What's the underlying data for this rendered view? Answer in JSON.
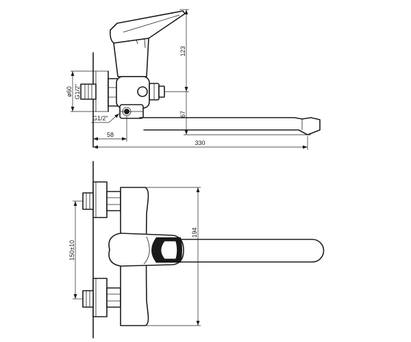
{
  "colors": {
    "line": "#1a1a1a",
    "background": "#ffffff"
  },
  "side_view": {
    "dims": {
      "height_123": "123",
      "height_67": "67",
      "depth_58": "58",
      "length_330": "330",
      "diameter_60": "ø60",
      "thread_wall": "G1/2\"",
      "thread_outlet": "G1/2\""
    }
  },
  "top_view": {
    "dims": {
      "spacing": "150±10",
      "width_194": "194"
    }
  }
}
